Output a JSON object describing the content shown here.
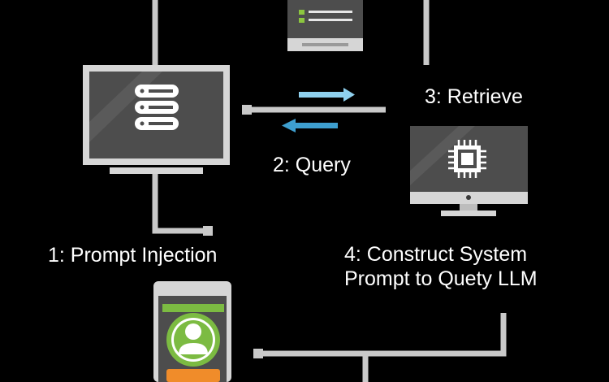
{
  "steps": {
    "step1": "1: Prompt Injection",
    "step2": "2: Query",
    "step3": "3: Retrieve",
    "step4_line1": "4: Construct System",
    "step4_line2": "Prompt to Quety LLM"
  },
  "colors": {
    "background": "#000000",
    "connector": "#c9c9c9",
    "device_frame": "#d6d6d6",
    "screen": "#4d4d4d",
    "arrow_light": "#8fd0ee",
    "arrow_dark": "#3e9fcf",
    "phone_green": "#7cbb42",
    "phone_orange": "#f08c2a",
    "checkbox_green": "#8cc63f"
  },
  "icons": [
    "database-icon",
    "cpu-chip-icon",
    "user-avatar-icon",
    "checklist-icon"
  ]
}
